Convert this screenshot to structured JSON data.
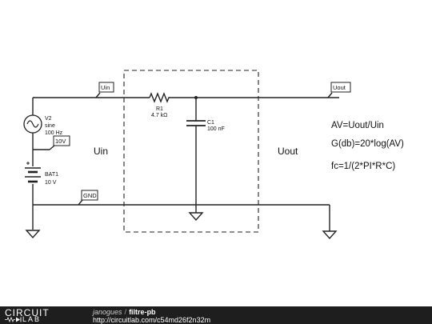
{
  "diagram": {
    "components": {
      "v2": {
        "name": "V2",
        "type": "sine",
        "freq": "100 Hz"
      },
      "bat1": {
        "name": "BAT1",
        "value": "10 V"
      },
      "r1": {
        "name": "R1",
        "value": "4.7 kΩ"
      },
      "c1": {
        "name": "C1",
        "value": "100 nF"
      }
    },
    "net_labels": {
      "uin": "Uin",
      "v10": "10V",
      "gnd": "GND",
      "uout": "Uout"
    },
    "region_labels": {
      "input": "Uin",
      "output": "Uout"
    },
    "equations": [
      "AV=Uout/Uin",
      "G(db)=20*log(AV)",
      "fc=1/(2*PI*R*C)"
    ]
  },
  "footer": {
    "logo_top": "CIRCUIT",
    "logo_bottom": "LAB",
    "author": "janogues",
    "separator": "/",
    "title": "filtre-pb",
    "url": "http://circuitlab.com/c54md26f2n32m"
  }
}
